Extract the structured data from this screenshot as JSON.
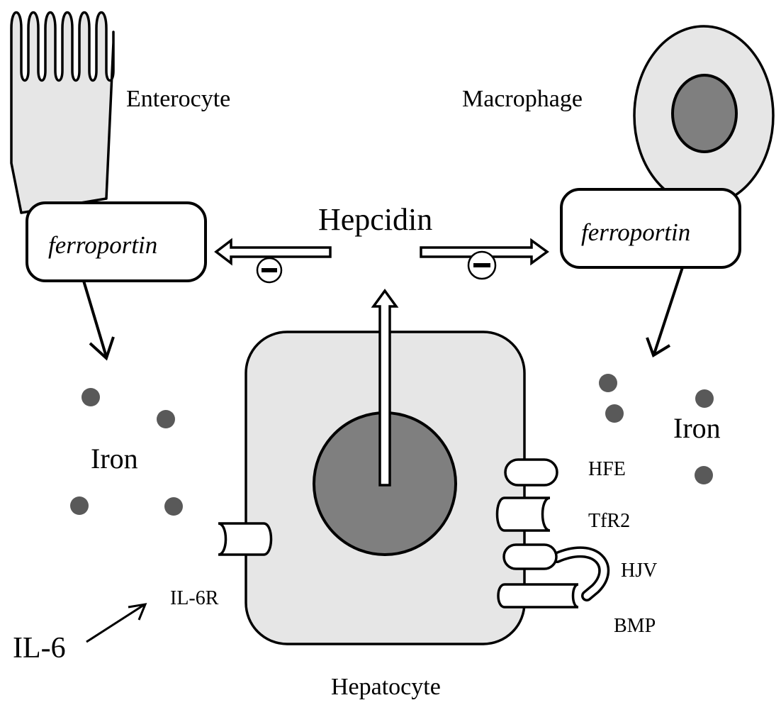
{
  "labels": {
    "enterocyte": "Enterocyte",
    "macrophage": "Macrophage",
    "hepcidin": "Hepcidin",
    "ferroportin_left": "ferroportin",
    "ferroportin_right": "ferroportin",
    "iron_left": "Iron",
    "iron_right": "Iron",
    "hfe": "HFE",
    "tfr2": "TfR2",
    "hjv": "HJV",
    "bmp": "BMP",
    "il6r": "IL-6R",
    "il6": "IL-6",
    "hepatocyte": "Hepatocyte"
  },
  "colors": {
    "cell_fill": "#e6e6e6",
    "nucleus_fill": "#7f7f7f",
    "iron_dot": "#595959",
    "stroke": "#000000"
  }
}
